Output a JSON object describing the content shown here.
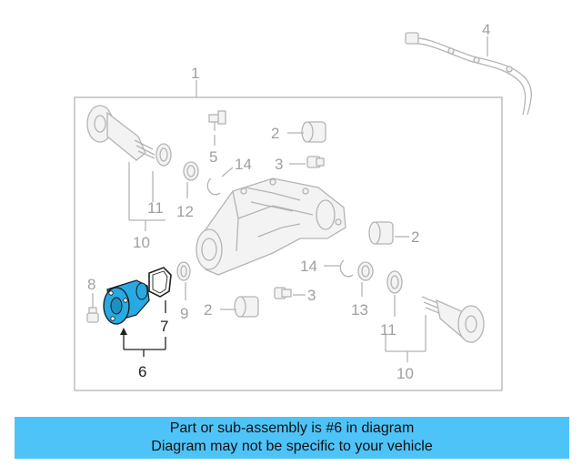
{
  "callouts": {
    "n1": "1",
    "n2a": "2",
    "n2b": "2",
    "n2c": "2",
    "n3a": "3",
    "n3b": "3",
    "n4": "4",
    "n5": "5",
    "n6": "6",
    "n7": "7",
    "n8": "8",
    "n9": "9",
    "n10a": "10",
    "n10b": "10",
    "n11a": "11",
    "n11b": "11",
    "n12": "12",
    "n13": "13",
    "n14a": "14",
    "n14b": "14"
  },
  "highlight_color": "#27a9e1",
  "banner": {
    "line1": "Part or sub-assembly is #6 in diagram",
    "line2": "Diagram may not be specific to your vehicle",
    "color": "#4ec3f7"
  }
}
